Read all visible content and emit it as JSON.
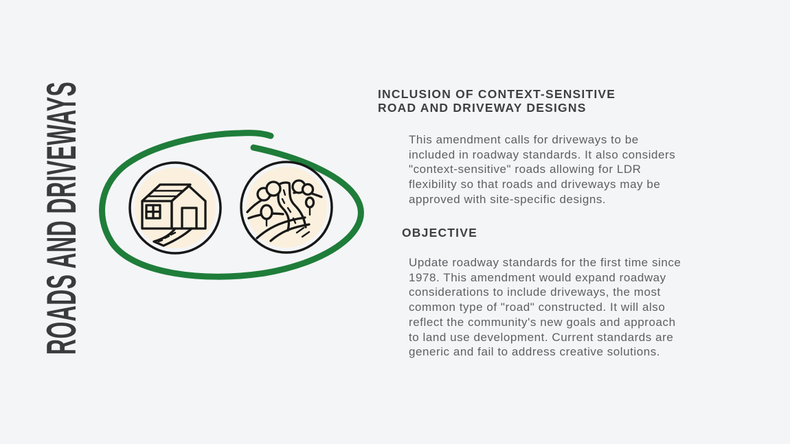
{
  "slide_title_vertical": "ROADS AND DRIVEWAYS",
  "content": {
    "heading_line1": "INCLUSION OF CONTEXT-SENSITIVE",
    "heading_line2": "ROAD AND DRIVEWAY DESIGNS",
    "intro_paragraph": "This amendment calls for driveways to be\nincluded in roadway standards. It also considers\n\"context-sensitive\" roads allowing for LDR\nflexibility so that roads and driveways may be\napproved with site-specific designs.",
    "objective_heading": "OBJECTIVE",
    "objective_paragraph": "Update roadway standards for the first time since\n1978. This amendment would expand roadway\nconsiderations to include driveways, the most\ncommon type of \"road\" constructed. It will also\nreflect the community's new goals and approach\nto land use development. Current standards are\ngeneric and fail to address creative solutions."
  },
  "graphics": {
    "annotation": "hand-drawn-green-ellipse",
    "icon_left": "house-with-driveway",
    "icon_right": "country-road-through-hills",
    "colors": {
      "background": "#f4f5f7",
      "accent_green": "#1f7d3a",
      "circle_fill": "#faf0dd",
      "icon_stroke": "#181818",
      "heading_text": "#3f4043",
      "body_text": "#5e5f63",
      "title_text": "#3a3b3d"
    }
  }
}
